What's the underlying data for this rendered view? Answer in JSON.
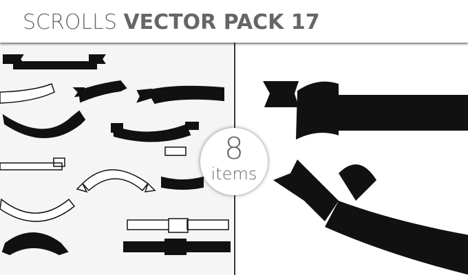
{
  "title": {
    "light": "SCROLLS",
    "bold": "VECTOR PACK 17"
  },
  "badge": {
    "count": "8",
    "label": "items"
  },
  "colors": {
    "title": "#666666",
    "ink": "#111111",
    "panel": "#f5f5f5"
  }
}
